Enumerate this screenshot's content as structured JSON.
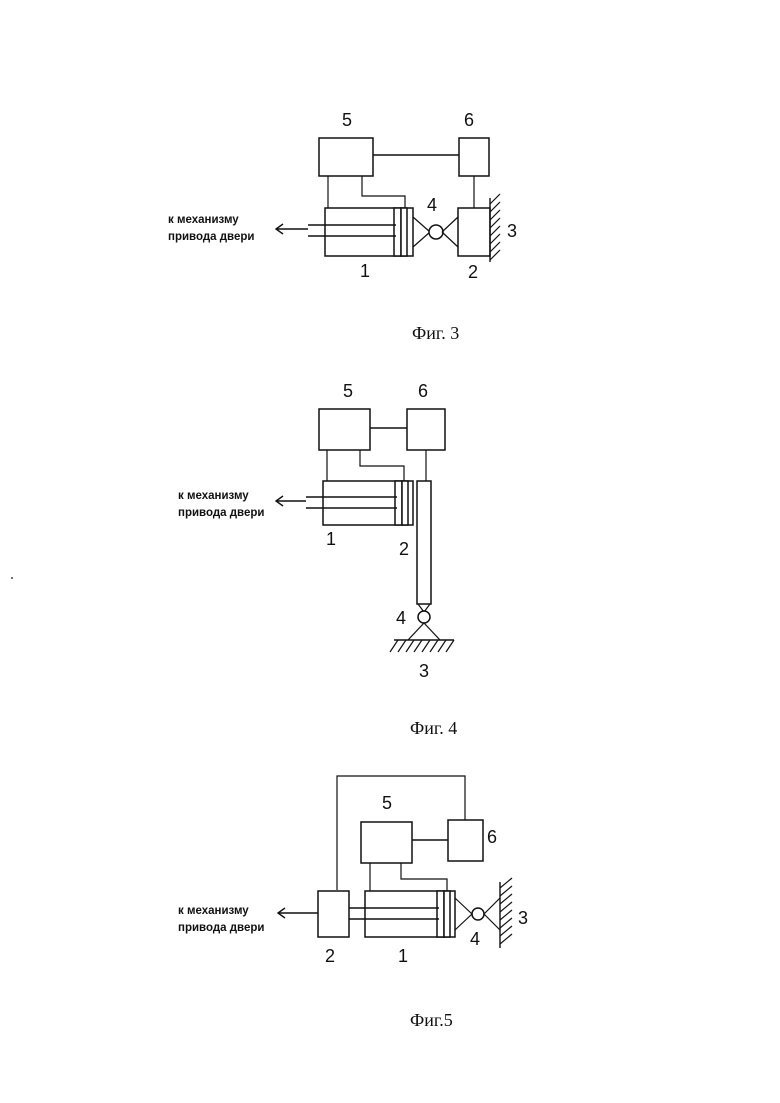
{
  "figures": [
    {
      "caption": "Фиг. 3",
      "note_line1": "к механизму",
      "note_line2": "привода двери",
      "labels": {
        "n1": "1",
        "n2": "2",
        "n3": "3",
        "n4": "4",
        "n5": "5",
        "n6": "6"
      }
    },
    {
      "caption": "Фиг. 4",
      "note_line1": "к механизму",
      "note_line2": "привода двери",
      "labels": {
        "n1": "1",
        "n2": "2",
        "n3": "3",
        "n4": "4",
        "n5": "5",
        "n6": "6"
      }
    },
    {
      "caption": "Фиг.5",
      "note_line1": "к механизму",
      "note_line2": "привода двери",
      "labels": {
        "n1": "1",
        "n2": "2",
        "n3": "3",
        "n4": "4",
        "n5": "5",
        "n6": "6"
      }
    }
  ]
}
